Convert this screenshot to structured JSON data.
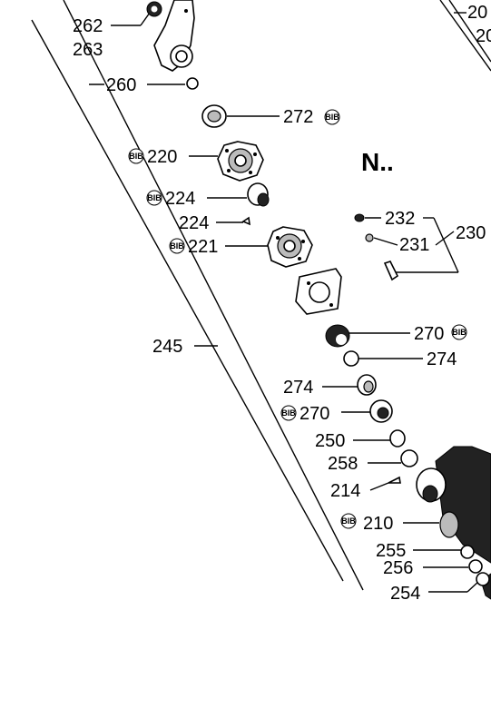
{
  "diagram": {
    "section_mark": "N..",
    "labels": {
      "p262": "262",
      "p263": "263",
      "p260": "260",
      "p272": "272",
      "p220": "220",
      "p224a": "224",
      "p224b": "224",
      "p221": "221",
      "p232": "232",
      "p231": "231",
      "p230": "230",
      "p270a": "270",
      "p274a": "274",
      "p245": "245",
      "p274b": "274",
      "p270b": "270",
      "p250": "250",
      "p258": "258",
      "p214": "214",
      "p210": "210",
      "p255": "255",
      "p256": "256",
      "p254": "254",
      "cut1": "20",
      "cut2": "20"
    },
    "grease_symbol": "BIB"
  }
}
